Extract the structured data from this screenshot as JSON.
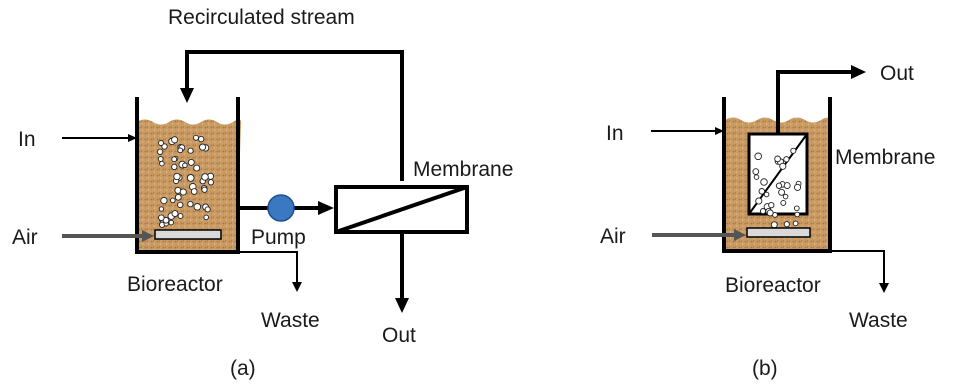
{
  "diagram_a": {
    "label": "(a)",
    "recirculated": "Recirculated stream",
    "inlet": "In",
    "air": "Air",
    "pump": "Pump",
    "membrane": "Membrane",
    "bioreactor": "Bioreactor",
    "waste": "Waste",
    "outlet": "Out"
  },
  "diagram_b": {
    "label": "(b)",
    "outlet": "Out",
    "inlet": "In",
    "membrane": "Membrane",
    "air": "Air",
    "bioreactor": "Bioreactor",
    "waste": "Waste"
  },
  "colors": {
    "sludge": "#C99A63",
    "pump": "#3A78C2",
    "diffuser": "#D9D9D9",
    "line": "#000000"
  }
}
